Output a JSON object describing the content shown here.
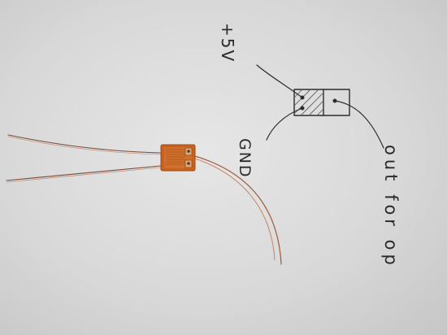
{
  "sketch": {
    "label_5v": "+5V",
    "label_gnd": "GND",
    "label_out": "out for op"
  },
  "colors": {
    "paper": "#dcdcdc",
    "ink": "#2a2a2a",
    "gauge_foil": "#c8621f",
    "copper_wire": "#b06a45"
  }
}
